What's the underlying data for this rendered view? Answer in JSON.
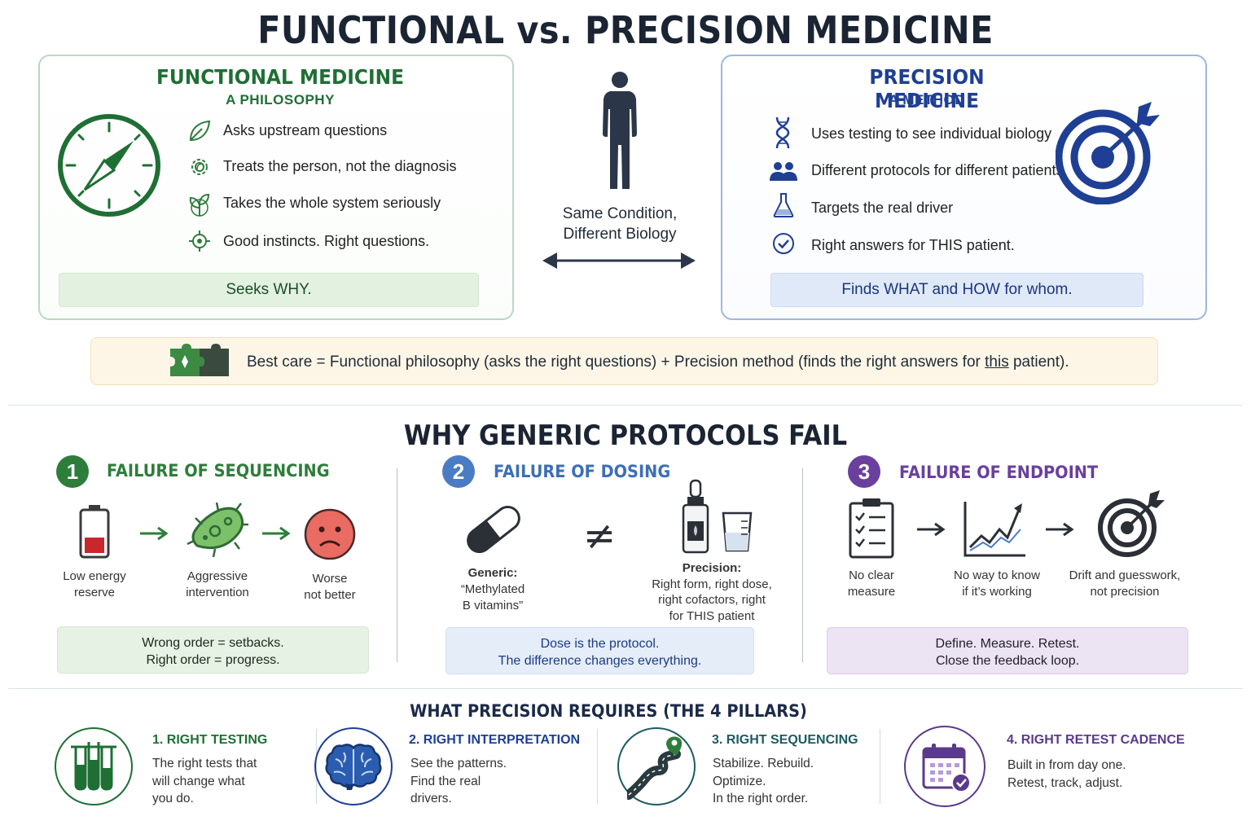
{
  "title": "FUNCTIONAL vs. PRECISION MEDICINE",
  "functional": {
    "title": "FUNCTIONAL MEDICINE",
    "subtitle": "A PHILOSOPHY",
    "items": [
      {
        "icon": "leaf-icon",
        "text": "Asks upstream questions"
      },
      {
        "icon": "gear-leaf-icon",
        "text": "Treats the person, not the diagnosis"
      },
      {
        "icon": "plant-icon",
        "text": "Takes the whole system seriously"
      },
      {
        "icon": "target-gear-icon",
        "text": "Good instincts.  Right questions."
      }
    ],
    "summary": "Seeks WHY.",
    "emblem": "compass-icon",
    "color": "#1f6f35"
  },
  "center": {
    "figure": "human-silhouette-icon",
    "line1": "Same Condition,",
    "line2": "Different Biology",
    "arrow": "double-arrow-icon"
  },
  "precision": {
    "title": "PRECISION MEDICINE",
    "subtitle": "A METHOD",
    "items": [
      {
        "icon": "dna-icon",
        "text": "Uses testing to see individual biology"
      },
      {
        "icon": "people-icon",
        "text": "Different protocols for different patients"
      },
      {
        "icon": "flask-icon",
        "text": "Targets the real driver"
      },
      {
        "icon": "check-circle-icon",
        "text": "Right answers for THIS patient."
      }
    ],
    "summary": "Finds WHAT and HOW for whom.",
    "emblem": "target-arrow-icon",
    "color": "#1e3f94"
  },
  "best_care": {
    "icon": "puzzle-icon",
    "text_before": "Best care = Functional philosophy (asks the right questions)  +  Precision method (finds the right answers for ",
    "emphasis": "this",
    "text_after": " patient)."
  },
  "why_section": {
    "title": "WHY GENERIC PROTOCOLS FAIL",
    "failures": [
      {
        "number": "1",
        "title": "FAILURE OF SEQUENCING",
        "color": "#2e7d3b",
        "steps": [
          {
            "icon": "battery-low-icon",
            "lines": [
              "Low energy",
              "reserve"
            ]
          },
          {
            "icon": "microbe-icon",
            "lines": [
              "Aggressive",
              "intervention"
            ]
          },
          {
            "icon": "sad-face-icon",
            "lines": [
              "Worse",
              "not better"
            ]
          }
        ],
        "box": [
          "Wrong order = setbacks.",
          "Right order = progress."
        ]
      },
      {
        "number": "2",
        "title": "FAILURE OF DOSING",
        "color": "#3c6fb6",
        "generic": {
          "icon": "capsule-icon",
          "lines": [
            "Generic:",
            "“Methylated",
            "B vitamins”"
          ]
        },
        "symbol": "≠",
        "precise": {
          "icon": "dropper-bottle-icon",
          "lines": [
            "Precision:",
            "Right form, right dose,",
            "right cofactors, right",
            "for THIS patient"
          ]
        },
        "box": [
          "Dose is the protocol.",
          "The difference changes everything."
        ]
      },
      {
        "number": "3",
        "title": "FAILURE OF ENDPOINT",
        "color": "#6a3f9e",
        "steps": [
          {
            "icon": "clipboard-checklist-icon",
            "lines": [
              "No clear",
              "measure"
            ]
          },
          {
            "icon": "line-chart-icon",
            "lines": [
              "No way to know",
              "if it’s working"
            ]
          },
          {
            "icon": "target-arrow-icon",
            "lines": [
              "Drift and guesswork,",
              "not precision"
            ]
          }
        ],
        "box": [
          "Define. Measure. Retest.",
          "Close the feedback loop."
        ]
      }
    ]
  },
  "pillars": {
    "title": "WHAT PRECISION REQUIRES (THE 4 PILLARS)",
    "items": [
      {
        "icon": "test-tubes-icon",
        "title": "1. RIGHT TESTING",
        "color": "#1f6f35",
        "lines": [
          "The right tests that",
          "will change what",
          "you do."
        ]
      },
      {
        "icon": "brain-icon",
        "title": "2. RIGHT INTERPRETATION",
        "color": "#1e3f94",
        "lines": [
          "See the patterns.",
          "Find the real",
          "drivers."
        ]
      },
      {
        "icon": "road-pin-icon",
        "title": "3. RIGHT SEQUENCING",
        "color": "#1e5a63",
        "lines": [
          "Stabilize. Rebuild.",
          "Optimize.",
          "In the right order."
        ]
      },
      {
        "icon": "calendar-check-icon",
        "title": "4. RIGHT RETEST CADENCE",
        "color": "#5b3a8c",
        "lines": [
          "Built in from day one.",
          "Retest, track, adjust."
        ]
      }
    ]
  }
}
